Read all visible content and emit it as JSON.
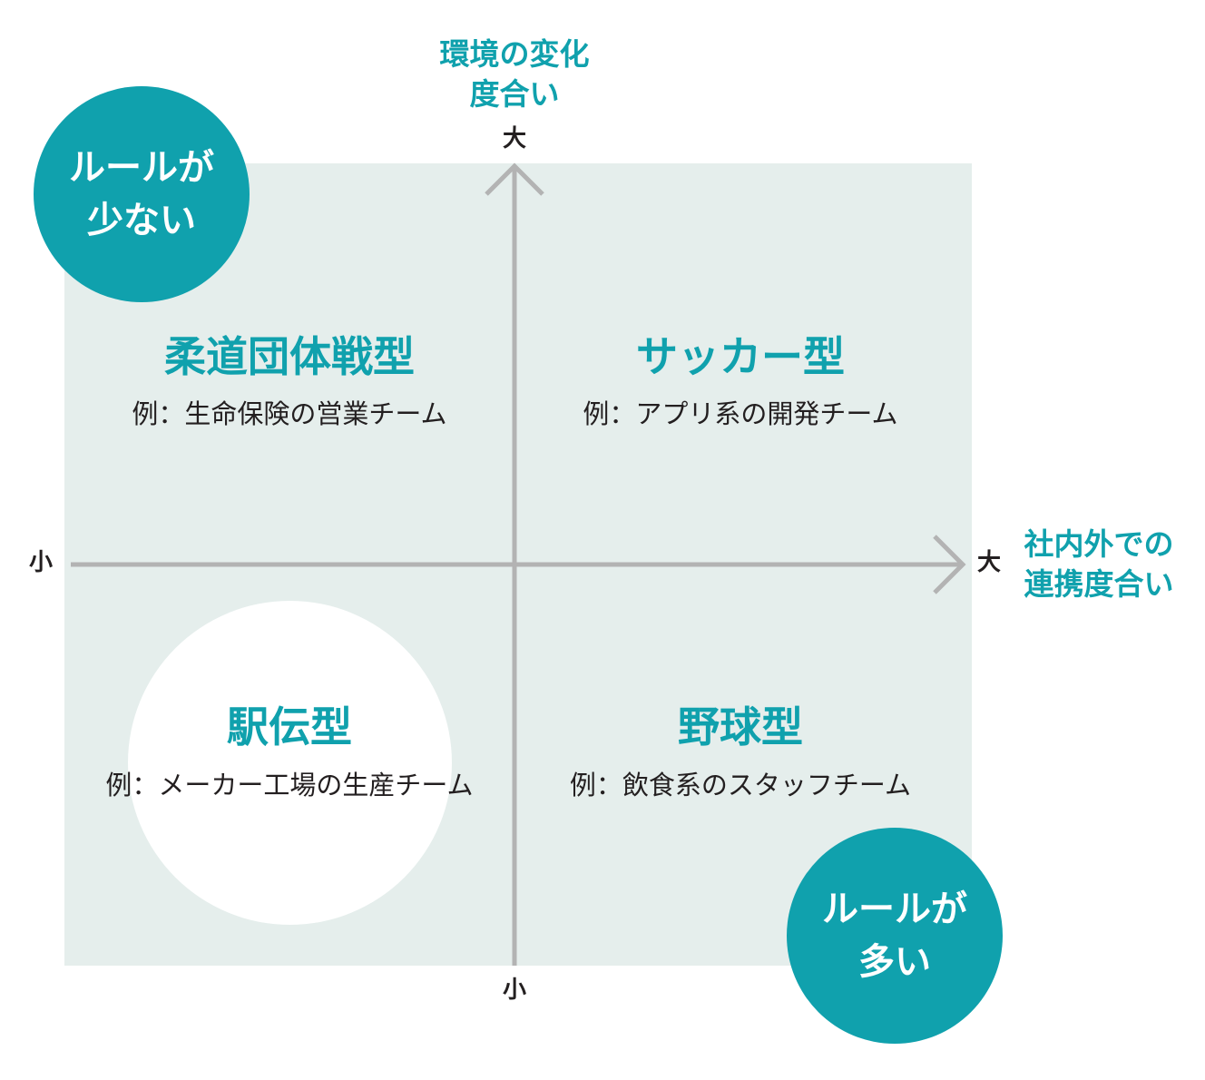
{
  "y_axis": {
    "title_line1": "環境の変化",
    "title_line2": "度合い",
    "high": "大",
    "low": "小"
  },
  "x_axis": {
    "title_line1": "社内外での",
    "title_line2": "連携度合い",
    "high": "大",
    "low": "小"
  },
  "badges": {
    "top_left_line1": "ルールが",
    "top_left_line2": "少ない",
    "bottom_right_line1": "ルールが",
    "bottom_right_line2": "多い"
  },
  "quadrants": {
    "top_left": {
      "title": "柔道団体戦型",
      "example": "例：生命保険の営業チーム"
    },
    "top_right": {
      "title": "サッカー型",
      "example": "例：アプリ系の開発チーム"
    },
    "bottom_left": {
      "title": "駅伝型",
      "example": "例：メーカー工場の生産チーム"
    },
    "bottom_right": {
      "title": "野球型",
      "example": "例：飲食系のスタッフチーム"
    }
  },
  "colors": {
    "accent": "#10a1ad",
    "panel": "#e5eeec",
    "axis": "#b3b3b3",
    "text": "#231f20"
  }
}
